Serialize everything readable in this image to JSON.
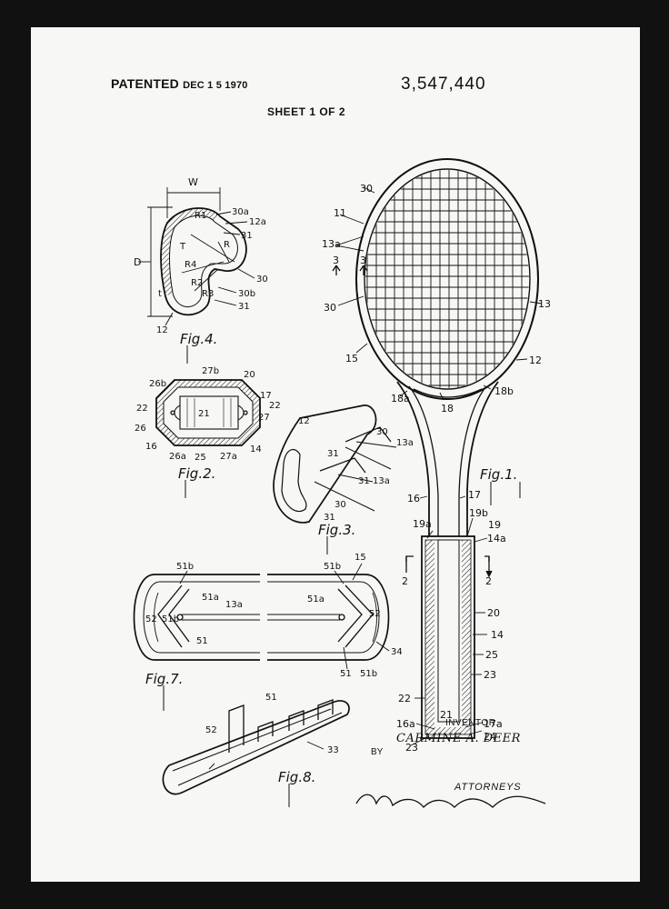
{
  "header": {
    "patented": "PATENTED",
    "date": "DEC 1 5 1970",
    "patent_number": "3,547,440",
    "sheet": "SHEET 1 OF 2"
  },
  "figures": {
    "fig1": "Fig.1.",
    "fig2": "Fig.2.",
    "fig3": "Fig.3.",
    "fig4": "Fig.4.",
    "fig7": "Fig.7.",
    "fig8": "Fig.8."
  },
  "footer": {
    "inventor_label": "INVENTOR.",
    "inventor_name": "CARMINE A. DEER",
    "by": "BY",
    "attorneys": "ATTORNEYS"
  },
  "refs": {
    "r11": "11",
    "r13": "13",
    "r13a": "13a",
    "r30": "30",
    "r15": "15",
    "r12": "12",
    "r18": "18",
    "r18a": "18a",
    "r18b": "18b",
    "r16": "16",
    "r17": "17",
    "r19": "19",
    "r19a": "19a",
    "r19b": "19b",
    "r14a": "14a",
    "r14": "14",
    "r20": "20",
    "r22": "22",
    "r23": "23",
    "r25": "25",
    "r24": "24",
    "r16a": "16a",
    "r17a": "17a",
    "r21": "21",
    "r2": "2",
    "r3": "3",
    "r30a": "30a",
    "r12a": "12a",
    "r31": "31",
    "r30b": "30b",
    "rW": "W",
    "rD": "D",
    "rT": "T",
    "rt": "t",
    "rR": "R",
    "rR1": "R1",
    "rR2": "R2",
    "rR3": "R3",
    "rR4": "R4",
    "r26b": "26b",
    "r27b": "27b",
    "r26": "26",
    "r27": "27",
    "r26a": "26a",
    "r27a": "27a",
    "r51": "51",
    "r51a": "51a",
    "r51b": "51b",
    "r52": "52",
    "r34": "34",
    "r33": "33"
  }
}
